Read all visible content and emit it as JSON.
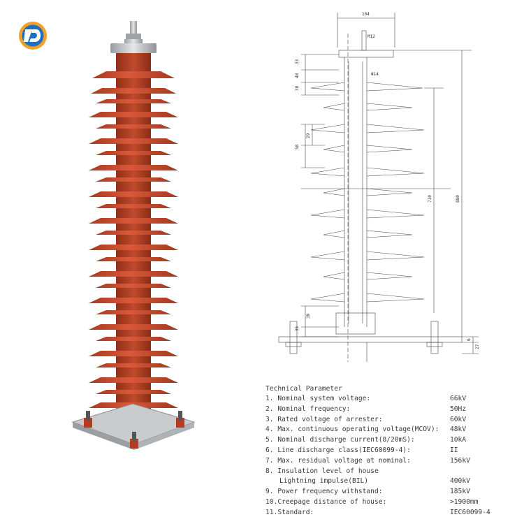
{
  "logo": {
    "name": "brand-logo",
    "colors": [
      "#f2a12c",
      "#1f6fc1"
    ]
  },
  "drawing": {
    "dims": {
      "width_top": "104",
      "bolt": "M12",
      "hole": "Φ14",
      "d33": "33",
      "d48": "48",
      "d38": "38",
      "d29": "29",
      "d58": "58",
      "d710": "710",
      "d880": "880",
      "d30": "30",
      "d35": "35",
      "d6": "6",
      "d27": "27"
    }
  },
  "specs": {
    "title": "Technical Parameter",
    "rows": [
      {
        "label": "1. Nominal system voltage:",
        "value": "66kV"
      },
      {
        "label": "2. Nominal frequency:",
        "value": "50Hz"
      },
      {
        "label": "3. Rated voltage of arrester:",
        "value": "60kV"
      },
      {
        "label": "4. Max. continuous operating voltage(MCOV):",
        "value": "48kV"
      },
      {
        "label": "5. Nominal discharge current(8/20mS):",
        "value": "10kA"
      },
      {
        "label": "6. Line discharge class(IEC60099-4):",
        "value": "II"
      },
      {
        "label": "7. Max. residual voltage at nominal:",
        "value": "156kV"
      },
      {
        "label": "8. Insulation level of house",
        "value": ""
      },
      {
        "label": "Lightning impulse(BIL)",
        "value": "400kV"
      },
      {
        "label": "9. Power frequency withstand:",
        "value": "185kV"
      },
      {
        "label": "10.Creepage distance of house:",
        "value": ">1900mm"
      },
      {
        "label": "11.Standard:",
        "value": "IEC60099-4"
      }
    ]
  },
  "colors": {
    "housing": "#c8472a",
    "housing_dark": "#9e3219",
    "metal": "#b9bcbf"
  }
}
